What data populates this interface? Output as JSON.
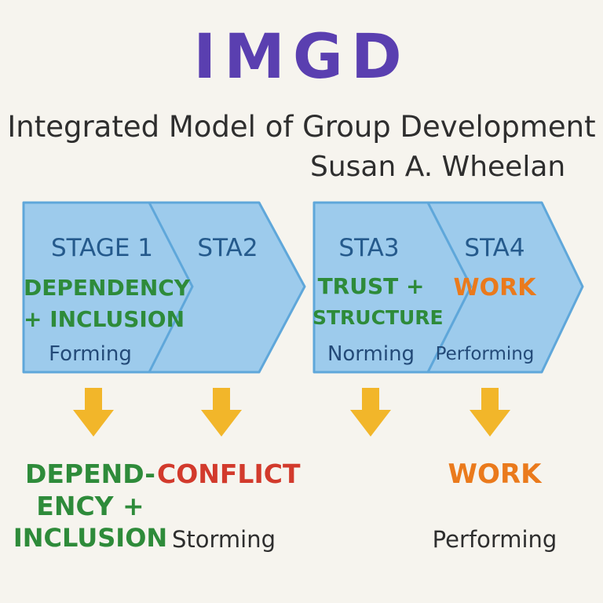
{
  "header": {
    "title": "IMGD",
    "subtitle": "Integrated Model of Group Development",
    "author": "Susan A. Wheelan"
  },
  "stages": [
    {
      "id": "stage1",
      "label": "STAGE 1",
      "theme_line1": "DEPENDENCY",
      "theme_line2": "+ INCLUSION",
      "phase": "Forming"
    },
    {
      "id": "stage2",
      "label": "STA2"
    },
    {
      "id": "stage3",
      "label": "STA3",
      "theme_line1": "TRUST +",
      "theme_line2": "STRUCTURE",
      "phase": "Norming"
    },
    {
      "id": "stage4",
      "label": "STA4",
      "theme_line1": "WORK",
      "phase": "Performing"
    }
  ],
  "outcomes": [
    {
      "id": "outcome1",
      "line1": "DEPEND-",
      "line2": "ENCY +",
      "line3": "INCLUSION"
    },
    {
      "id": "outcome2",
      "line1": "CONFLICT",
      "phase": "Storming"
    },
    {
      "id": "outcome3"
    },
    {
      "id": "outcome4",
      "line1": "WORK",
      "phase": "Performing"
    }
  ],
  "colors": {
    "title": "#5a3fb0",
    "chevron_fill": "#9dcbec",
    "chevron_stroke": "#5fa7da",
    "arrow": "#f2b62a",
    "green_text": "#2e8b3a",
    "orange_text": "#ea7a1c",
    "red_text": "#d23a2c",
    "stage_text": "#255a8c"
  }
}
